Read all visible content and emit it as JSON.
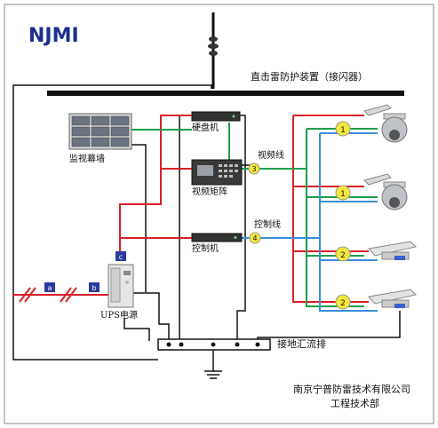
{
  "logo": {
    "text": "NJMI",
    "color": "#1c2f8c"
  },
  "labels": {
    "lightning_device": "直击雷防护装置（接闪器）",
    "monitor_wall": "监视幕墙",
    "hdd_recorder": "硬盘机",
    "video_matrix": "视频矩阵",
    "controller": "控制机",
    "ups": "UPS电源",
    "video_line": "视频线",
    "control_line": "控制线",
    "ground_bus": "接地汇流排",
    "company": "南京宁普防雷技术有限公司",
    "department": "工程技术部"
  },
  "protector_tags": {
    "a": "a",
    "b": "b",
    "c": "c",
    "p1_top": "1",
    "p1_bottom": "1",
    "p2_top": "2",
    "p2_bottom": "2",
    "p3": "3",
    "p4": "4"
  },
  "colors": {
    "power": "#d9202a",
    "video": "#1e9e4a",
    "control": "#3a8fd8",
    "ground": "#111111",
    "protector": "#f3e83a"
  }
}
